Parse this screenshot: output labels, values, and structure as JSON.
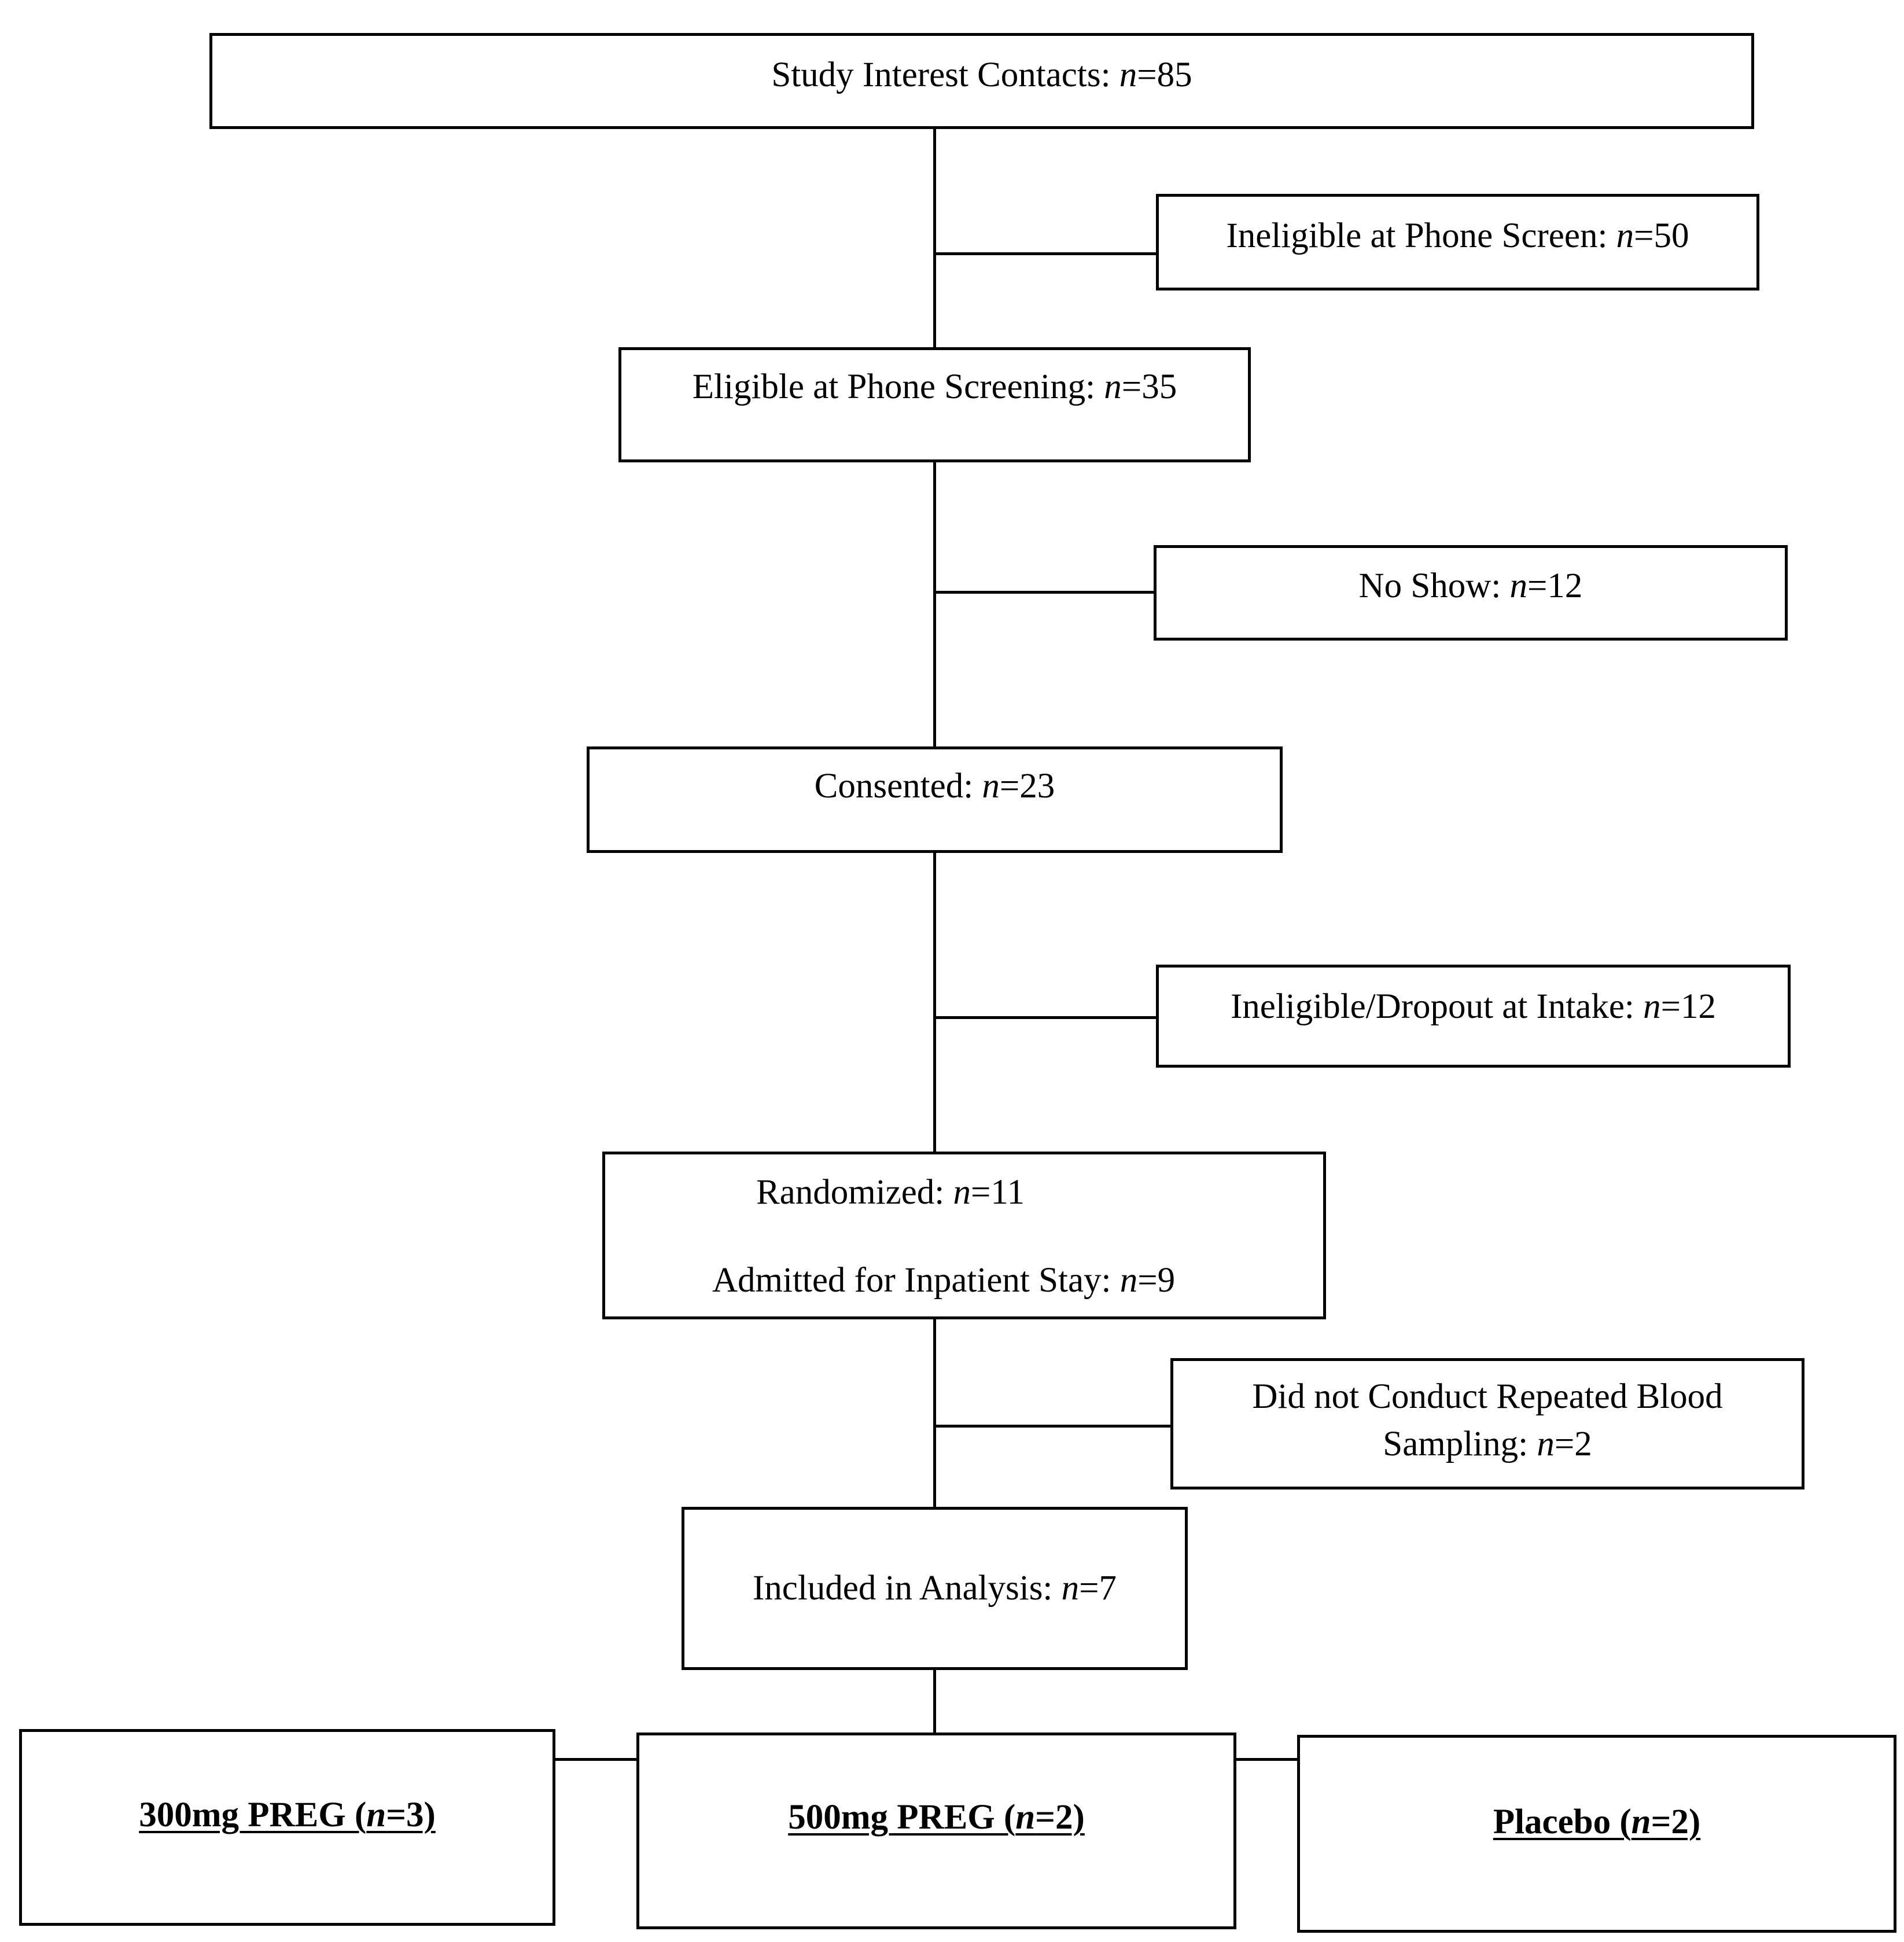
{
  "flowchart": {
    "study_interest": {
      "label": "Study Interest Contacts: ",
      "n": "n",
      "value": "=85"
    },
    "ineligible_phone": {
      "label": "Ineligible at Phone Screen: ",
      "n": "n",
      "value": "=50"
    },
    "eligible_phone": {
      "label": "Eligible at Phone Screening: ",
      "n": "n",
      "value": "=35"
    },
    "no_show": {
      "label": "No Show: ",
      "n": "n",
      "value": "=12"
    },
    "consented": {
      "label": "Consented: ",
      "n": "n",
      "value": "=23"
    },
    "ineligible_intake": {
      "label": "Ineligible/Dropout at Intake: ",
      "n": "n",
      "value": "=12"
    },
    "randomized": {
      "label": "Randomized: ",
      "n": "n",
      "value": "=11",
      "admitted_label": "Admitted for Inpatient Stay: ",
      "admitted_n": "n",
      "admitted_value": "=9"
    },
    "blood_sampling": {
      "line1": "Did not Conduct Repeated Blood",
      "line2_label": "Sampling: ",
      "n": "n",
      "value": "=2"
    },
    "included": {
      "label": "Included in Analysis: ",
      "n": "n",
      "value": "=7"
    },
    "arm_300": {
      "label": "300mg PREG (",
      "n": "n",
      "value": "=3)"
    },
    "arm_500": {
      "label": "500mg PREG (",
      "n": "n",
      "value": "=2)"
    },
    "arm_placebo": {
      "label": "Placebo (",
      "n": "n",
      "value": "=2)"
    }
  }
}
